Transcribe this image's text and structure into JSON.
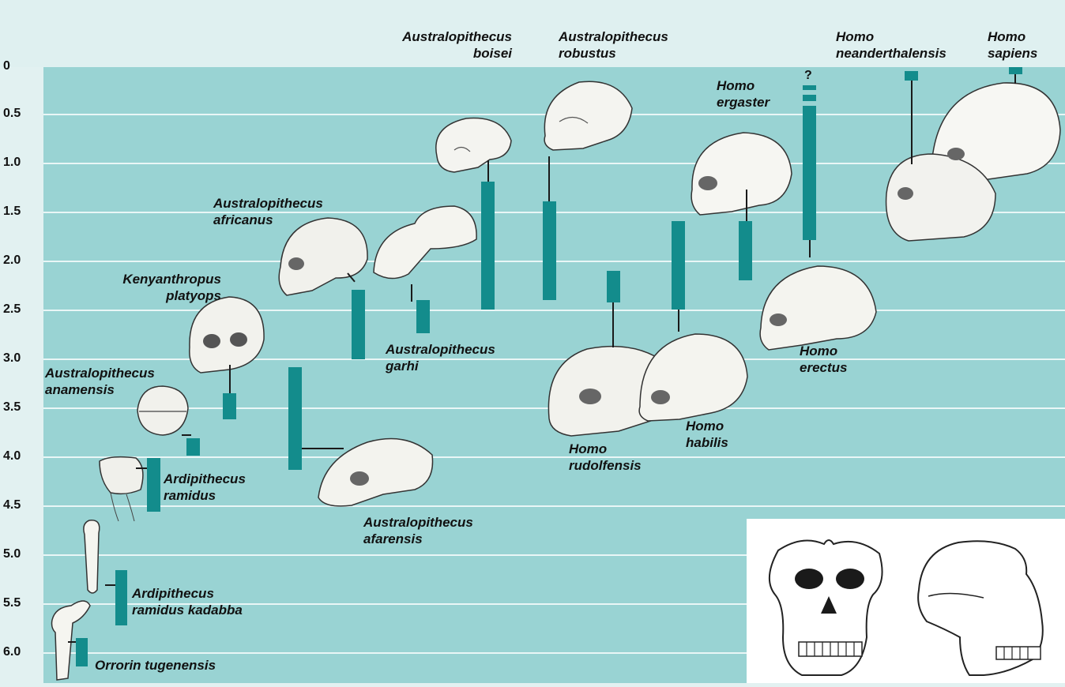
{
  "axis": {
    "ticks": [
      "0",
      "0.5",
      "1.0",
      "1.5",
      "2.0",
      "2.5",
      "3.0",
      "3.5",
      "4.0",
      "4.5",
      "5.0",
      "5.5",
      "6.0"
    ]
  },
  "species": {
    "a_boisei": {
      "genus": "Australopithecus",
      "species": "boisei"
    },
    "a_robustus": {
      "genus": "Australopithecus",
      "species": "robustus"
    },
    "h_neanderthalensis": {
      "genus": "Homo",
      "species": "neanderthalensis"
    },
    "h_sapiens": {
      "genus": "Homo",
      "species": "sapiens"
    },
    "h_ergaster": {
      "genus": "Homo",
      "species": "ergaster"
    },
    "a_africanus": {
      "genus": "Australopithecus",
      "species": "africanus"
    },
    "k_platyops": {
      "genus": "Kenyanthropus",
      "species": "platyops"
    },
    "a_garhi": {
      "genus": "Australopithecus",
      "species": "garhi"
    },
    "a_anamensis": {
      "genus": "Australopithecus",
      "species": "anamensis"
    },
    "h_erectus": {
      "genus": "Homo",
      "species": "erectus"
    },
    "h_habilis": {
      "genus": "Homo",
      "species": "habilis"
    },
    "h_rudolfensis": {
      "genus": "Homo",
      "species": "rudolfensis"
    },
    "ar_ramidus": {
      "genus": "Ardipithecus",
      "species": "ramidus"
    },
    "a_afarensis": {
      "genus": "Australopithecus",
      "species": "afarensis"
    },
    "ar_kadabba": {
      "genus": "Ardipithecus",
      "species": "ramidus kadabba"
    },
    "o_tugenensis": {
      "genus": "Orrorin",
      "species": "tugenensis"
    }
  },
  "erectus_uncertain_mark": "?",
  "colors": {
    "bar": "#138c8c",
    "plot_background": "#99d3d3",
    "top_band": "#dff0f0",
    "gridline": "#e9f6f6"
  }
}
